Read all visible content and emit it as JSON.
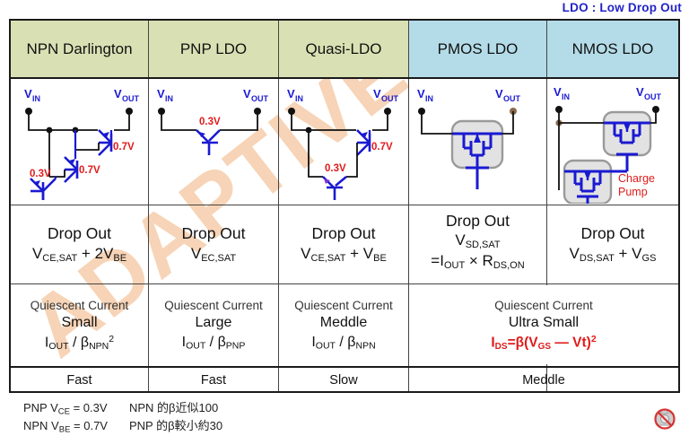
{
  "top_note": "LDO : Low Drop Out",
  "columns": [
    {
      "key": "npn_darlington",
      "header": "NPN Darlington",
      "header_color": "#d9e1b4"
    },
    {
      "key": "pnp_ldo",
      "header": "PNP LDO",
      "header_color": "#d9e1b4"
    },
    {
      "key": "quasi_ldo",
      "header": "Quasi-LDO",
      "header_color": "#d9e1b4"
    },
    {
      "key": "pmos_ldo",
      "header": "PMOS LDO",
      "header_color": "#b4dce8"
    },
    {
      "key": "nmos_ldo",
      "header": "NMOS LDO",
      "header_color": "#b4dce8"
    }
  ],
  "rows": {
    "dropout": {
      "label": "Drop Out",
      "cells": [
        {
          "title": "Drop Out",
          "formula": "V<sub>CE,SAT</sub> + 2V<sub>BE</sub>"
        },
        {
          "title": "Drop Out",
          "formula": "V<sub>EC,SAT</sub>"
        },
        {
          "title": "Drop Out",
          "formula": "V<sub>CE,SAT</sub> + V<sub>BE</sub>"
        },
        {
          "title": "Drop Out",
          "formula": "V<sub>SD,SAT</sub>",
          "formula2": "=I<sub>OUT</sub> × R<sub>DS,ON</sub>"
        },
        {
          "title": "Drop Out",
          "formula": "V<sub>DS,SAT</sub> + V<sub>GS</sub>"
        }
      ]
    },
    "quiescent": {
      "label": "Quiescent Current",
      "cells": [
        {
          "head": "Quiescent Current",
          "value": "Small",
          "formula": "I<sub>OUT</sub> / β<sub>NPN</sub><sup>2</sup>"
        },
        {
          "head": "Quiescent Current",
          "value": "Large",
          "formula": "I<sub>OUT</sub> / β<sub>PNP</sub>"
        },
        {
          "head": "Quiescent Current",
          "value": "Meddle",
          "formula": "I<sub>OUT</sub> / β<sub>NPN</sub>"
        },
        {
          "head": "Quiescent Current",
          "value": "Ultra Small",
          "formula": "I<sub>DS</sub>=β(V<sub>GS</sub> — Vt)<sup>2</sup>",
          "red": true
        }
      ]
    },
    "speed": {
      "cells": [
        "Fast",
        "Fast",
        "Slow",
        "Meddle"
      ]
    }
  },
  "circuits": {
    "labels": {
      "vin": "V<sub>IN</sub>",
      "vout": "V<sub>OUT</sub>"
    },
    "npn_darlington": {
      "drops": [
        "0.7V",
        "0.7V",
        "0.3V"
      ]
    },
    "pnp_ldo": {
      "drops": [
        "0.3V"
      ]
    },
    "quasi_ldo": {
      "drops": [
        "0.7V",
        "0.3V"
      ]
    },
    "pmos_ldo": {
      "drops": []
    },
    "nmos_ldo": {
      "drops": [],
      "annotation": "Charge\nPump",
      "annotation_line1": "Charge",
      "annotation_line2": "Pump"
    }
  },
  "notes": [
    {
      "left": "PNP V<sub>CE</sub>  =  0.3V",
      "right": "NPN 的β近似100"
    },
    {
      "left": "NPN V<sub>BE</sub>  =  0.7V",
      "right": "PNP 的β較小約30"
    }
  ],
  "watermark": "ADAPTIVE",
  "colors": {
    "header_green": "#d9e1b4",
    "header_blue": "#b4dce8",
    "wire_blue": "#1a1ad2",
    "drop_red": "#e01b1b",
    "note_blue": "#2323c8",
    "watermark": "#f6cdab"
  }
}
